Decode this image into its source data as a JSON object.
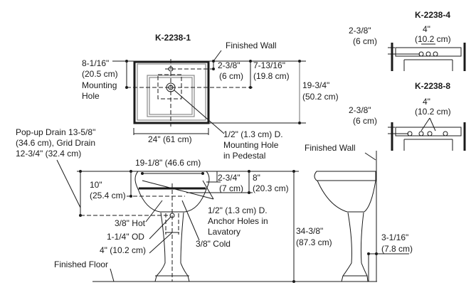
{
  "titles": {
    "main": "K-2238-1",
    "k4": "K-2238-4",
    "k8": "K-2238-8"
  },
  "labels": {
    "finished_wall_top": "Finished Wall",
    "finished_wall_side": "Finished Wall",
    "finished_floor": "Finished Floor",
    "mounting_hole": [
      "8-1/16\"",
      "(20.5 cm)",
      "Mounting",
      "Hole"
    ],
    "dim_238": [
      "2-3/8\"",
      "(6 cm)"
    ],
    "dim_71316": [
      "7-13/16\"",
      "(19.8 cm)"
    ],
    "dim_1934": [
      "19-3/4\"",
      "(50.2 cm)"
    ],
    "dim_24": "24\" (61 cm)",
    "pedestal_hole": [
      "1/2\" (1.3 cm) D.",
      "Mounting Hole",
      "in Pedestal"
    ],
    "drain": [
      "Pop-up Drain 13-5/8\"",
      "(34.6 cm), Grid Drain",
      "12-3/4\" (32.4 cm)"
    ],
    "dim_1918": "19-1/8\" (46.6 cm)",
    "dim_10": [
      "10\"",
      "(25.4 cm)"
    ],
    "dim_234": [
      "2-3/4\"",
      "(7 cm)"
    ],
    "dim_8": [
      "8\"",
      "(20.3 cm)"
    ],
    "anchor": [
      "1/2\" (1.3 cm) D.",
      "Anchor Holes in",
      "Lavatory"
    ],
    "hot": "3/8\" Hot",
    "od": "1-1/4\" OD",
    "dim_4": "4\" (10.2 cm)",
    "cold": "3/8\" Cold",
    "dim_3438": [
      "34-3/8\"",
      "(87.3 cm)"
    ],
    "dim_3116": [
      "3-1/16\"",
      "(7.8 cm)"
    ],
    "k4_side": [
      "2-3/8\"",
      "(6 cm)"
    ],
    "k4_top": [
      "4\"",
      "(10.2 cm)"
    ],
    "k8_side": [
      "2-3/8\"",
      "(6 cm)"
    ],
    "k8_top": [
      "4\"",
      "(10.2 cm)"
    ]
  }
}
